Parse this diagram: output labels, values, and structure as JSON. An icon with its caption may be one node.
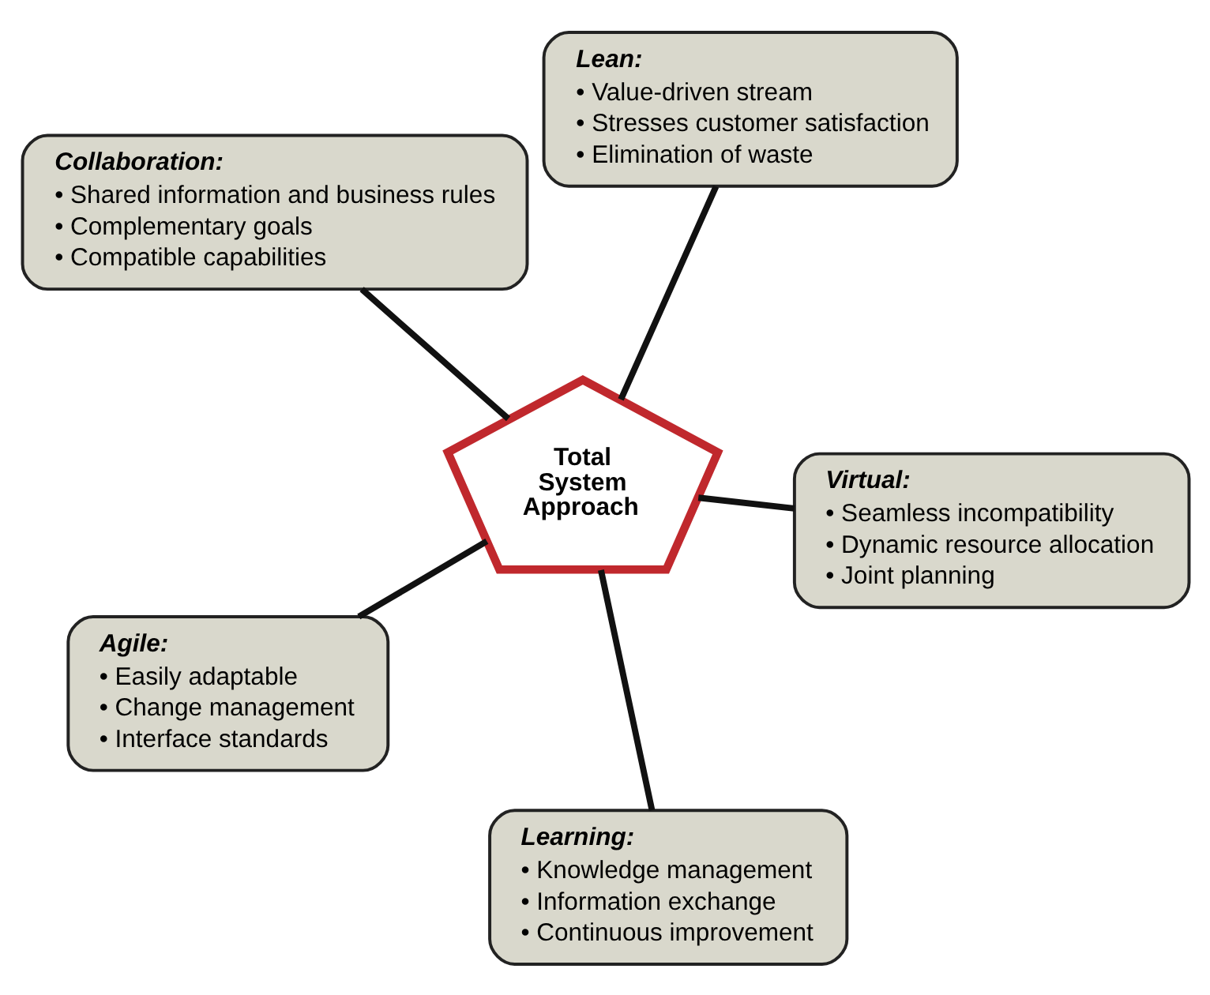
{
  "diagram": {
    "nodes": [
      {
        "text": [
          "Collaboration:",
          "• Shared information and business rules",
          "• Complementary goals",
          "• Compatible capabilities"
        ]
      },
      {
        "text": [
          "Virtual:",
          "• Seamless incompatibility",
          "• Dynamic resource allocation",
          "• Joint planning"
        ]
      },
      {
        "text": [
          "Learning:",
          "• Knowledge management",
          "• Information exchange",
          "• Continuous improvement"
        ]
      },
      {
        "text": [
          "Total System Approach"
        ]
      },
      {
        "text": [
          "Lean:",
          "• Value-driven stream",
          "• Stresses customer satisfaction",
          "• Elimination of waste"
        ]
      },
      {
        "text": [
          "Agile:",
          "• Easily adaptable",
          "• Change management",
          "• Interface standards"
        ]
      }
    ],
    "edges": [
      {
        "from": 3,
        "to": 0,
        "arrow": "none"
      },
      {
        "from": 3,
        "to": 1,
        "arrow": "none"
      },
      {
        "from": 3,
        "to": 2,
        "arrow": "none"
      },
      {
        "from": 3,
        "to": 4,
        "arrow": "none"
      },
      {
        "from": 3,
        "to": 5,
        "arrow": "none"
      }
    ]
  }
}
